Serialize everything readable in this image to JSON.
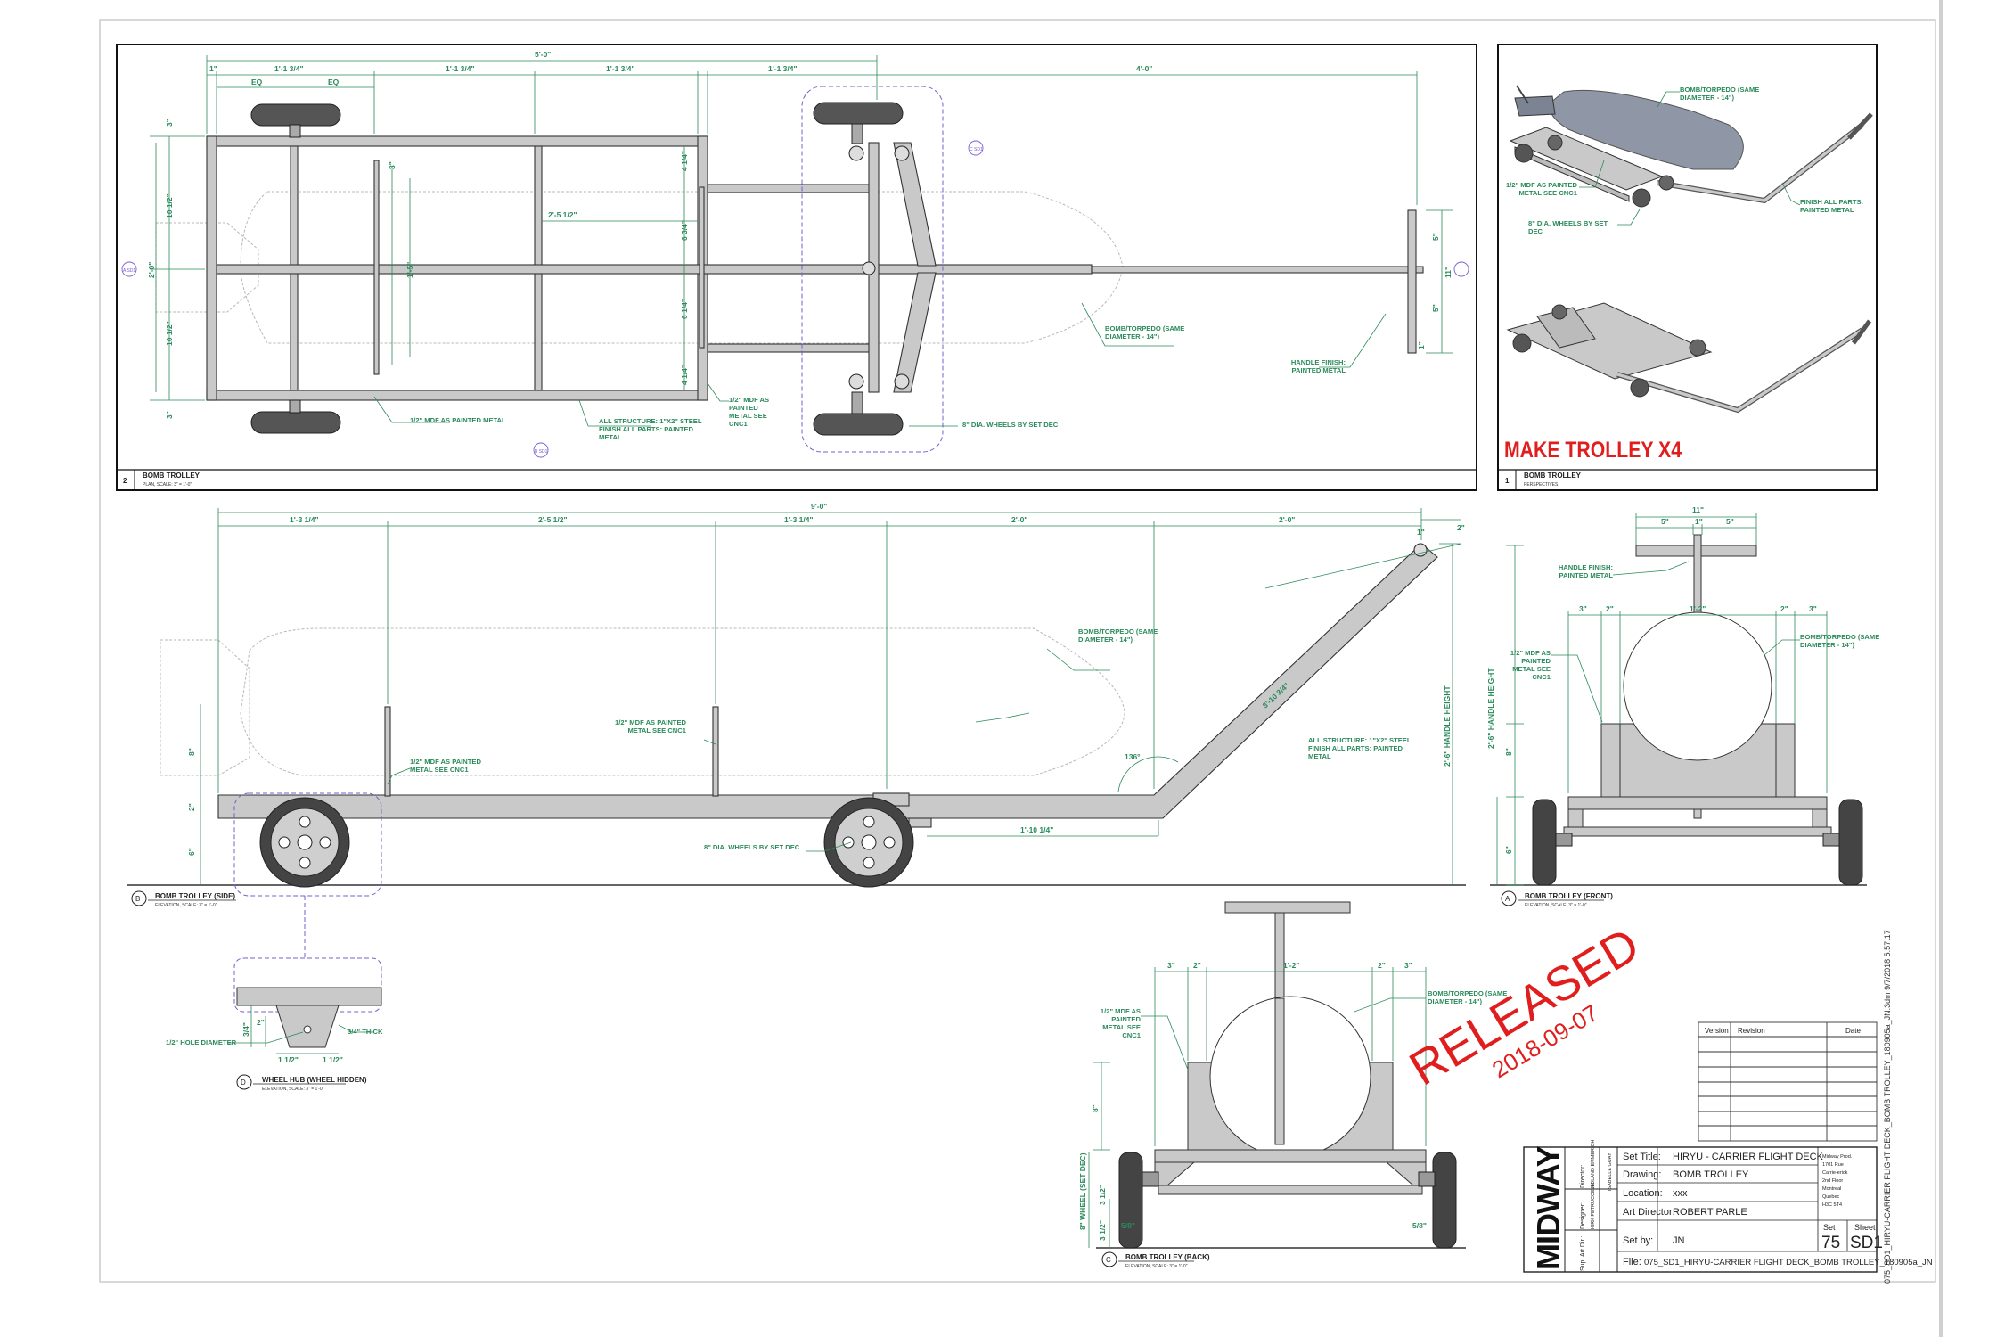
{
  "views": {
    "plan": {
      "number": "2",
      "title": "BOMB TROLLEY",
      "scale": "PLAN, SCALE: 3\" = 1'-0\"",
      "dims_top": [
        "5'-0\"",
        "1'-1 3/4\"",
        "1'-1 3/4\"",
        "1'-1 3/4\"",
        "1'-1 3/4\"",
        "4'-0\"",
        "1\"",
        "EQ",
        "EQ"
      ],
      "dims_left": [
        "3\"",
        "10 1/2\"",
        "2'-0\"",
        "10 1/2\"",
        "3\""
      ],
      "dims_inner": [
        "4 1/4\"",
        "6 3/4\"",
        "6 1/4\"",
        "4 1/4\"",
        "2'-5 1/2\"",
        "1'-5\"",
        "8\""
      ],
      "dims_right": [
        "5\"",
        "11\"",
        "5\"",
        "1\""
      ],
      "notes": {
        "bomb": "BOMB/TORPEDO (SAME DIAMETER - 14\")",
        "handle": "HANDLE FINISH: PAINTED METAL",
        "mdf": "1/2\" MDF AS PAINTED METAL",
        "structure": "ALL STRUCTURE: 1\"X2\" STEEL FINISH ALL PARTS: PAINTED METAL",
        "mdf2": "1/2\" MDF AS PAINTED METAL SEE CNC1",
        "wheels": "8\" DIA. WHEELS BY SET DEC"
      },
      "callouts": [
        "C SD1",
        "A SD1",
        "B SD1"
      ]
    },
    "perspective": {
      "number": "1",
      "title": "BOMB TROLLEY",
      "scale": "PERSPECTIVES",
      "headline": "MAKE TROLLEY X4",
      "notes": {
        "bomb": "BOMB/TORPEDO (SAME DIAMETER - 14\")",
        "mdf": "1/2\" MDF AS PAINTED METAL SEE CNC1",
        "finish": "FINISH ALL PARTS: PAINTED METAL",
        "wheels": "8\" DIA. WHEELS BY SET DEC"
      }
    },
    "side": {
      "letter": "B",
      "title": "BOMB TROLLEY (SIDE)",
      "scale": "ELEVATION, SCALE: 3\" = 1'-0\"",
      "dims_top": [
        "9'-0\"",
        "1'-3 1/4\"",
        "2'-5 1/2\"",
        "1'-3 1/4\"",
        "2'-0\"",
        "2'-0\"",
        "1\"",
        "2\""
      ],
      "dims_other": [
        "8\"",
        "2\"",
        "6\"",
        "1'-10 1/4\"",
        "3'-10 3/4\"",
        "136°",
        "2'-6\" HANDLE HEIGHT"
      ],
      "notes": {
        "bomb": "BOMB/TORPEDO (SAME DIAMETER - 14\")",
        "mdf_a": "1/2\" MDF AS PAINTED METAL SEE CNC1",
        "mdf_b": "1/2\" MDF AS PAINTED METAL SEE CNC1",
        "structure": "ALL STRUCTURE: 1\"X2\" STEEL FINISH ALL PARTS: PAINTED METAL",
        "wheels": "8\" DIA. WHEELS BY SET DEC"
      }
    },
    "front": {
      "letter": "A",
      "title": "BOMB TROLLEY (FRONT)",
      "scale": "ELEVATION, SCALE: 3\" = 1'-0\"",
      "dims": [
        "11\"",
        "5\"",
        "1\"",
        "5\"",
        "3\"",
        "2\"",
        "1'-2\"",
        "2\"",
        "3\"",
        "8\"",
        "6\"",
        "2'-6\" HANDLE HEIGHT"
      ],
      "notes": {
        "handle": "HANDLE FINISH: PAINTED METAL",
        "mdf": "1/2\" MDF AS PAINTED METAL SEE CNC1",
        "bomb": "BOMB/TORPEDO (SAME DIAMETER - 14\")"
      }
    },
    "hub": {
      "letter": "D",
      "title": "WHEEL HUB (WHEEL HIDDEN)",
      "scale": "ELEVATION, SCALE: 3\" = 1'-0\"",
      "dims": [
        "3/4\"",
        "2\"",
        "1 1/2\"",
        "1 1/2\""
      ],
      "notes": {
        "hole": "1/2\" HOLE DIAMETER",
        "thick": "3/4\" THICK"
      }
    },
    "back": {
      "letter": "C",
      "title": "BOMB TROLLEY (BACK)",
      "scale": "ELEVATION, SCALE: 3\" = 1'-0\"",
      "dims": [
        "3\"",
        "2\"",
        "1'-2\"",
        "2\"",
        "3\"",
        "8\"",
        "8\" WHEEL (SET DEC)",
        "3 1/2\"",
        "3 1/2\"",
        "5/8\"",
        "5/8\""
      ],
      "notes": {
        "mdf": "1/2\" MDF AS PAINTED METAL SEE CNC1",
        "bomb": "BOMB/TORPEDO (SAME DIAMETER - 14\")"
      }
    }
  },
  "stamp": {
    "text": "RELEASED",
    "date": "2018-09-07",
    "color": "#e01e1e"
  },
  "revisions": {
    "headers": [
      "Version",
      "Revision",
      "Date"
    ],
    "rows": 7
  },
  "title_block": {
    "logo": "MIDWAY",
    "side_labels": [
      "Director:",
      "ROLAND EMMERICH",
      "Designer:",
      "KIRK PETRUCCELLI",
      "Sup. Art Dir.:",
      "ISABELLE GUAY"
    ],
    "fields": [
      {
        "label": "Set Title:",
        "value": "HIRYU - CARRIER FLIGHT DECK"
      },
      {
        "label": "Drawing:",
        "value": "BOMB TROLLEY"
      },
      {
        "label": "Location:",
        "value": "xxx"
      },
      {
        "label": "Art Director:",
        "value": "ROBERT PARLE"
      },
      {
        "label": "Set by:",
        "value": "JN"
      }
    ],
    "file": {
      "label": "File:",
      "value": "075_SD1_HIRYU-CARRIER FLIGHT DECK_BOMB TROLLEY_180905a_JN"
    },
    "address": [
      "Midway Prod.",
      "1701 Rue",
      "Carrie-erick",
      "2nd Floor",
      "Montreal",
      "Quebec",
      "H3C 5T4"
    ],
    "set_label": "Set",
    "set_value": "75",
    "sheet_label": "Sheet",
    "sheet_value": "SD1"
  },
  "edge_text": "075_SD1_HIRYU-CARRIER FLIGHT DECK_BOMB TROLLEY_180905a_JN.3dm 9/7/2018 5:57:17",
  "colors": {
    "dimension": "#2a8a5a",
    "callout": "#7a5ccf",
    "steel": "#c9c9c9",
    "line": "#333333"
  }
}
